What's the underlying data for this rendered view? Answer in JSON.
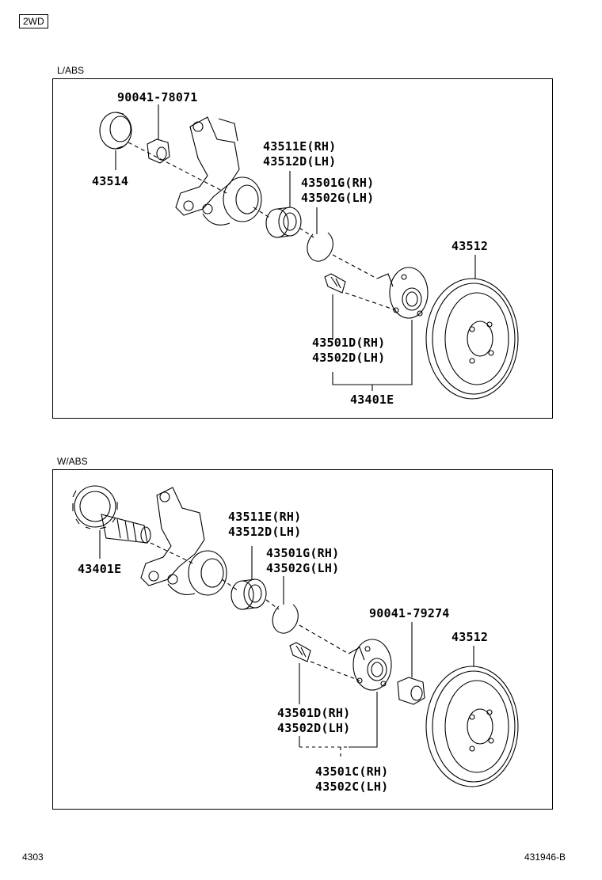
{
  "header": {
    "drive_tag": "2WD"
  },
  "sections": [
    {
      "label": "L/ABS",
      "parts": {
        "nut": "90041-78071",
        "cap": "43514",
        "bearing_rh": "43511E(RH)",
        "bearing_lh": "43512D(LH)",
        "snap_rh": "43501G(RH)",
        "snap_lh": "43502G(LH)",
        "disc": "43512",
        "bolt_rh": "43501D(RH)",
        "bolt_lh": "43502D(LH)",
        "hub_assy": "43401E"
      }
    },
    {
      "label": "W/ABS",
      "parts": {
        "shaft": "43401E",
        "bearing_rh": "43511E(RH)",
        "bearing_lh": "43512D(LH)",
        "snap_rh": "43501G(RH)",
        "snap_lh": "43502G(LH)",
        "nut": "90041-79274",
        "disc": "43512",
        "bolt_rh": "43501D(RH)",
        "bolt_lh": "43502D(LH)",
        "hub_rh": "43501C(RH)",
        "hub_lh": "43502C(LH)"
      }
    }
  ],
  "footer": {
    "page_number": "4303",
    "figure_id": "431946-B"
  }
}
